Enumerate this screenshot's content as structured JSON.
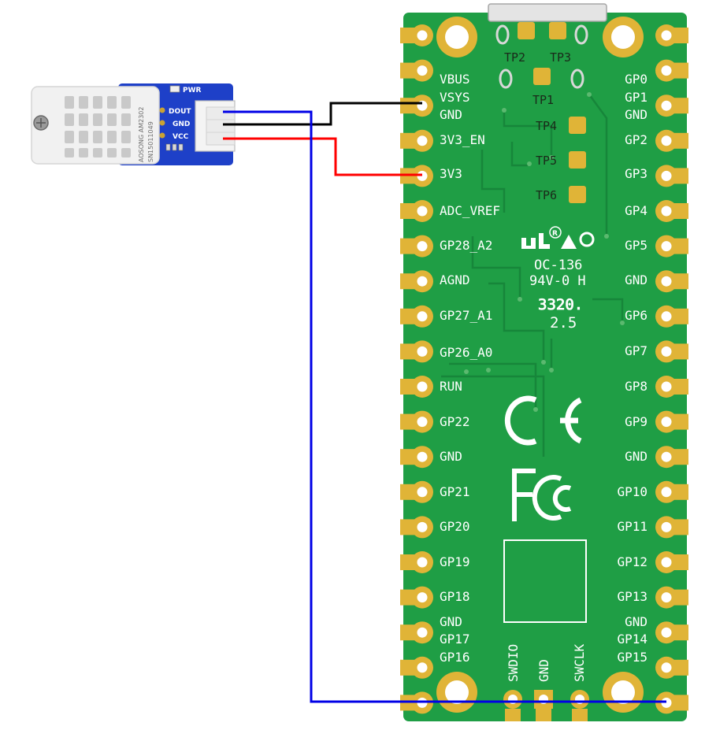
{
  "colors": {
    "pcb": "#1f9e45",
    "pcb_dark": "#178038",
    "gold": "#e0b437",
    "wire_gnd": "#000000",
    "wire_vcc": "#ff0000",
    "wire_data": "#0000e6",
    "sensor_board": "#1e40c8",
    "sensor_body": "#f1f1f1"
  },
  "sensor": {
    "model_lines": [
      "AOSONG AM2302",
      "SN15011049"
    ],
    "power_label": "PWR",
    "pins": [
      "DOUT",
      "GND",
      "VCC"
    ]
  },
  "pico": {
    "test_points": [
      "TP1",
      "TP2",
      "TP3",
      "TP4",
      "TP5",
      "TP6"
    ],
    "left_pins": [
      "VBUS",
      "VSYS",
      "GND",
      "3V3_EN",
      "3V3",
      "ADC_VREF",
      "GP28_A2",
      "AGND",
      "GP27_A1",
      "GP26_A0",
      "RUN",
      "GP22",
      "GND",
      "GP21",
      "GP20",
      "GP19",
      "GP18",
      "GND",
      "GP17",
      "GP16"
    ],
    "right_pins": [
      "GP0",
      "GP1",
      "GND",
      "GP2",
      "GP3",
      "GP4",
      "GP5",
      "GND",
      "GP6",
      "GP7",
      "GP8",
      "GP9",
      "GND",
      "GP10",
      "GP11",
      "GP12",
      "GP13",
      "GND",
      "GP14",
      "GP15"
    ],
    "debug_pins": [
      "SWDIO",
      "GND",
      "SWCLK"
    ],
    "cert_lines": [
      "OC-136",
      "94V-0 H",
      "3320.",
      "2.5"
    ]
  }
}
